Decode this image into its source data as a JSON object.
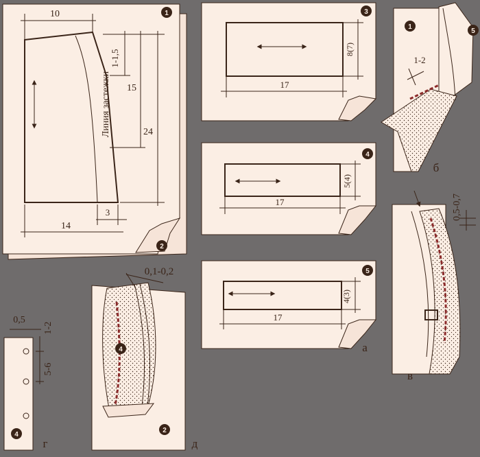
{
  "colors": {
    "background": "#6f6c6c",
    "paper": "#fbeee4",
    "ink": "#3a2418",
    "stitch": "#8b2a2a"
  },
  "panel_main": {
    "dim_top": "10",
    "dim_1_15": "1-1,5",
    "dim_15": "15",
    "dim_24": "24",
    "dim_3": "3",
    "dim_14": "14",
    "zipper_line_label": "Линия застежки",
    "badge_1": "1",
    "badge_2": "2"
  },
  "panel_a": {
    "p3": {
      "width": "17",
      "height": "8(7)",
      "badge": "3"
    },
    "p4": {
      "width": "17",
      "height": "5(4)",
      "badge": "4"
    },
    "p5": {
      "width": "17",
      "height": "4(3)",
      "badge": "5"
    },
    "letter": "а"
  },
  "panel_b": {
    "dim": "1-2",
    "badge_1": "1",
    "badge_5": "5",
    "letter": "б"
  },
  "panel_v": {
    "dim": "0,5-0,7",
    "letter": "в"
  },
  "panel_g": {
    "dim_05": "0,5",
    "dim_12": "1-2",
    "dim_56": "5-6",
    "badge_4": "4",
    "letter": "г"
  },
  "panel_d": {
    "dim": "0,1-0,2",
    "badge_4": "4",
    "badge_2": "2",
    "letter": "д"
  }
}
